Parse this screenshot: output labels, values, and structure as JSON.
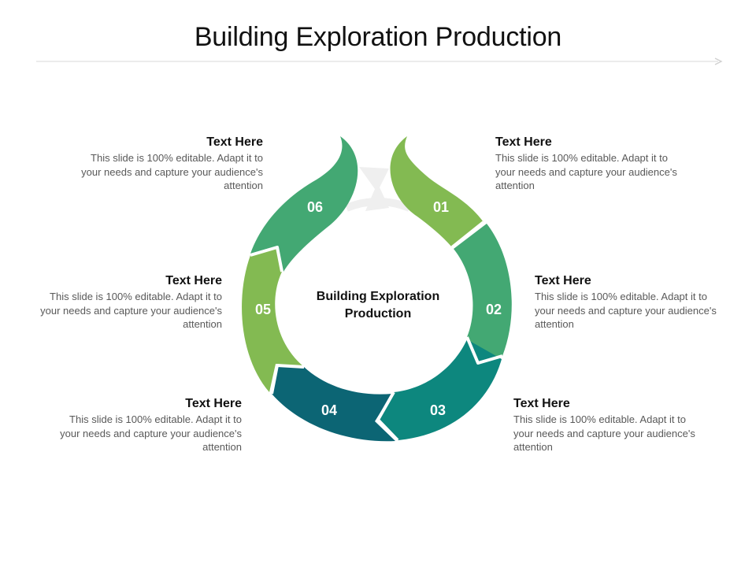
{
  "title": "Building Exploration Production",
  "center_label": "Building Exploration Production",
  "colors": {
    "segment_01": "#83BA52",
    "segment_02": "#43A873",
    "segment_03": "#0D877E",
    "segment_04": "#0C6574",
    "segment_05": "#83BA52",
    "segment_06": "#43A873",
    "accent_arrow": "#EFEFEF"
  },
  "segments": [
    {
      "num": "01"
    },
    {
      "num": "02"
    },
    {
      "num": "03"
    },
    {
      "num": "04"
    },
    {
      "num": "05"
    },
    {
      "num": "06"
    }
  ],
  "items": [
    {
      "heading": "Text Here",
      "body": "This slide is 100% editable. Adapt it to your needs and capture your audience's attention"
    },
    {
      "heading": "Text Here",
      "body": "This slide is 100% editable. Adapt it to your needs and capture your audience's attention"
    },
    {
      "heading": "Text Here",
      "body": "This slide is 100% editable. Adapt it to your needs and capture your audience's attention"
    },
    {
      "heading": "Text Here",
      "body": "This slide is 100% editable. Adapt it to your needs and capture your audience's attention"
    },
    {
      "heading": "Text Here",
      "body": "This slide is 100% editable. Adapt it to your needs and capture your audience's attention"
    },
    {
      "heading": "Text Here",
      "body": "This slide is 100% editable. Adapt it to your needs and capture your audience's attention"
    }
  ]
}
